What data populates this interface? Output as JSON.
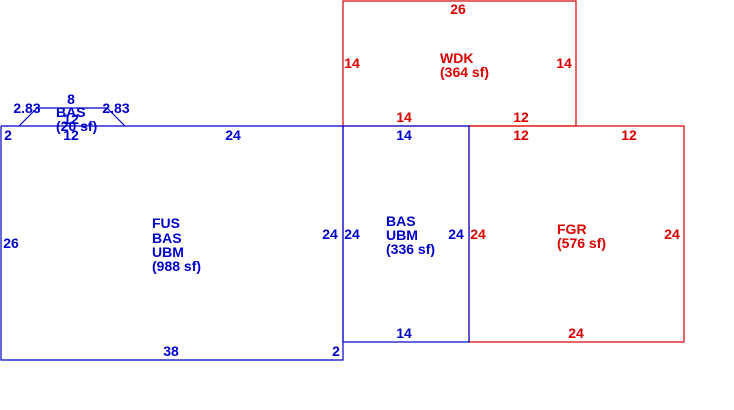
{
  "colors": {
    "blue": "#0000cc",
    "red": "#dd0000",
    "background": "#ffffff"
  },
  "areas": {
    "main": {
      "lines": [
        "FUS",
        "BAS",
        "UBM",
        "(988 sf)"
      ],
      "color": "blue"
    },
    "mid": {
      "lines": [
        "BAS",
        "UBM",
        "(336 sf)"
      ],
      "color": "blue"
    },
    "wdk": {
      "lines": [
        "WDK",
        "(364 sf)"
      ],
      "color": "red"
    },
    "fgr": {
      "lines": [
        "FGR",
        "(576 sf)"
      ],
      "color": "red"
    },
    "bay": {
      "lines": [
        "BAS",
        "(20 sf)"
      ],
      "color": "blue"
    }
  },
  "dimensions": {
    "main_top": "24",
    "main_bottom": "38",
    "main_left": "26",
    "main_left_top": "2",
    "main_right": "24",
    "main_right_bottom": "2",
    "mid_top": "14",
    "mid_bottom": "14",
    "mid_left": "24",
    "mid_right": "24",
    "wdk_top": "26",
    "wdk_left": "14",
    "wdk_right": "14",
    "wdk_bottom_left": "14",
    "wdk_bottom_right": "12",
    "fgr_top_left": "12",
    "fgr_top_right": "12",
    "fgr_left": "24",
    "fgr_right": "24",
    "fgr_bottom": "24",
    "bay_top": "8",
    "bay_left": "2.83",
    "bay_right": "2.83",
    "bay_mid": "12",
    "bay_base": "12"
  }
}
